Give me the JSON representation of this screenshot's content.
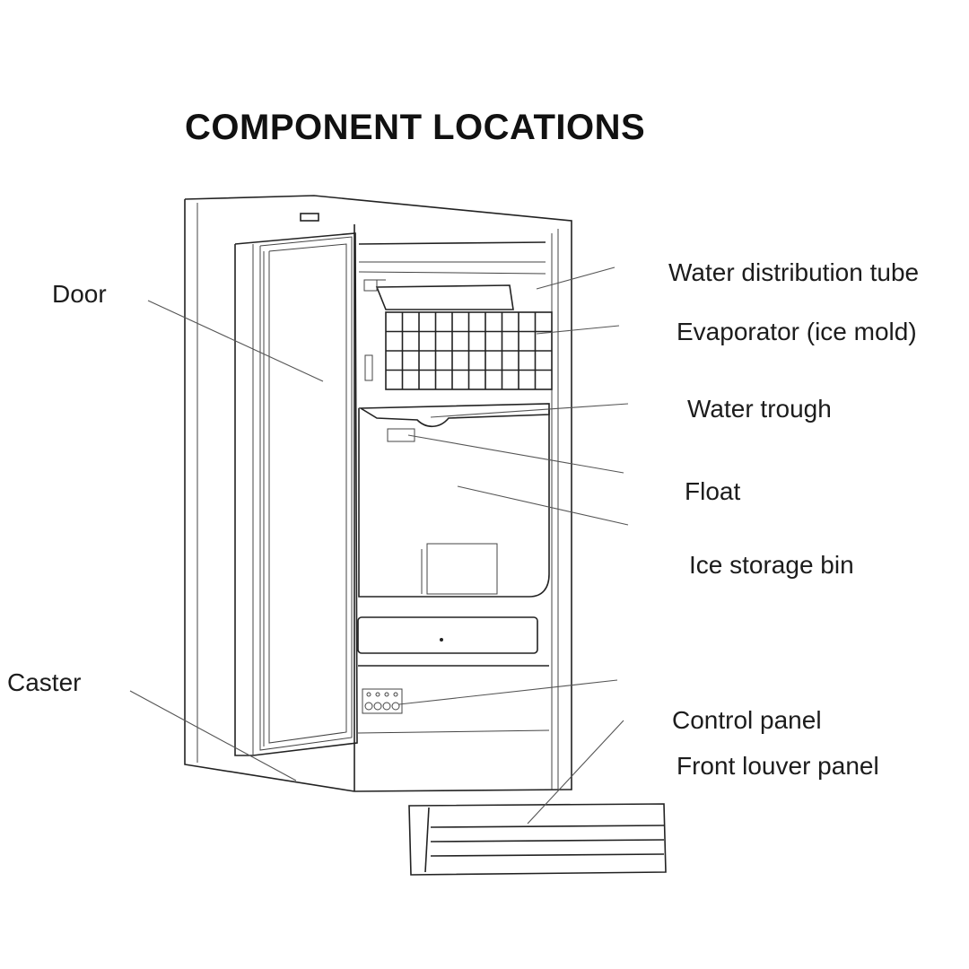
{
  "title": "COMPONENT LOCATIONS",
  "labels": {
    "door": "Door",
    "caster": "Caster",
    "water_distribution_tube": "Water distribution tube",
    "evaporator": "Evaporator (ice mold)",
    "water_trough": "Water trough",
    "float": "Float",
    "ice_storage_bin": "Ice storage bin",
    "control_panel": "Control panel",
    "front_louver_panel": "Front louver panel"
  }
}
